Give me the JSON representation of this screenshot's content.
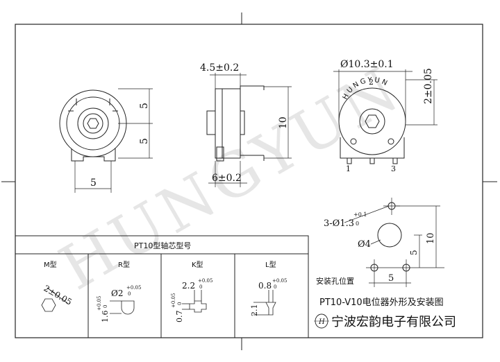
{
  "watermark": "HUNGYUN",
  "dims": {
    "side_width": "4.5±0.2",
    "side_height": "10",
    "side_base": "6±0.2",
    "front_pitch_a": "5",
    "front_pitch_b": "5",
    "front_base": "5",
    "rear_diameter": "Ø10.3±0.1",
    "rear_offset": "2±0.05",
    "rear_logo": "HUNGYUN",
    "pin_2": "2",
    "pin_1": "1",
    "pin_3": "3",
    "hole_spec_prefix": "3-Ø1.3",
    "hole_tol_upper": "+0.1",
    "hole_tol_lower": "0",
    "hole_circle": "Ø4",
    "hole_height": "10",
    "hole_offset": "5",
    "hole_base": "5"
  },
  "shaft_table": {
    "title": "PT10型轴芯型号",
    "types": [
      {
        "name": "M型",
        "dim": "2±0.05"
      },
      {
        "name": "R型",
        "dim_w": "Ø2",
        "w_upper": "+0.05",
        "w_lower": "0",
        "dim_h": "1.6",
        "h_upper": "+0.05",
        "h_lower": "0"
      },
      {
        "name": "K型",
        "dim_w": "2.2",
        "w_upper": "+0.05",
        "w_lower": "0",
        "dim_h": "0.7",
        "h_upper": "+0.05",
        "h_lower": "0"
      },
      {
        "name": "L型",
        "dim_w": "0.8",
        "w_upper": "+0.05",
        "w_lower": "0",
        "dim_h": "2.1"
      }
    ]
  },
  "mounting_label": "安装孔位置",
  "drawing_title": "PT10-V10电位器外形及安装图",
  "company": {
    "logo_letter": "H",
    "name": "宁波宏韵电子有限公司"
  }
}
